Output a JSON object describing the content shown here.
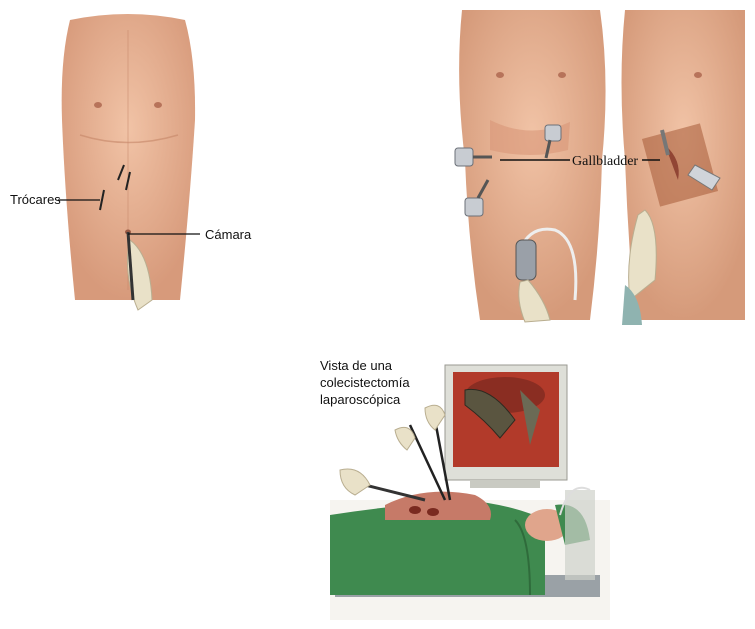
{
  "panel_a": {
    "label_trocars": "Trócares",
    "label_camera": "Cámara"
  },
  "panel_b": {
    "label_gallbladder": "Gallbladder"
  },
  "panel_c": {
    "caption_line1": "Vista de una",
    "caption_line2": "colecistectomía",
    "caption_line3": "laparoscópica"
  },
  "colors": {
    "skin": "#e8b497",
    "skin_shadow": "#c98c6d",
    "drape": "#3f8a4f",
    "monitor": "#dcdcd6",
    "organ": "#a8322a"
  }
}
